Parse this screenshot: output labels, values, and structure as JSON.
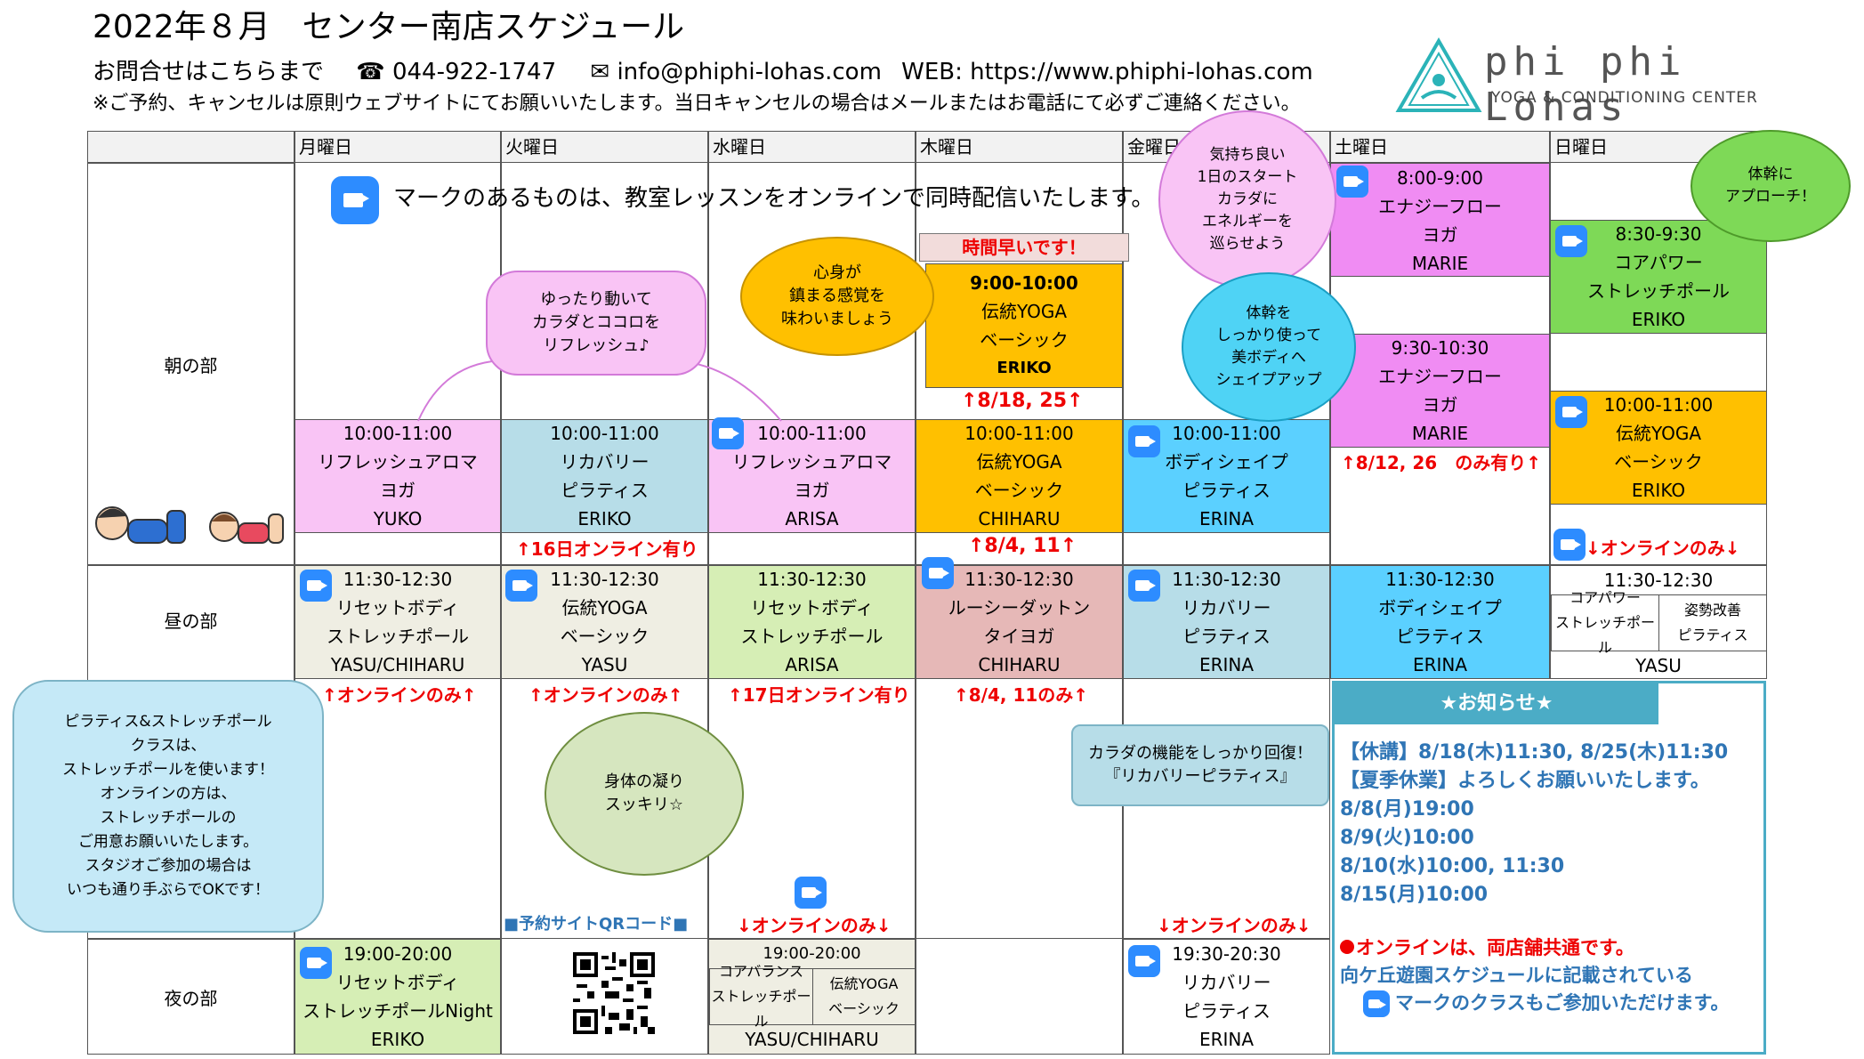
{
  "header": {
    "title": "2022年８月　センター南店スケジュール",
    "contact_label": "お問合せはこちらまで",
    "phone": "044-922-1747",
    "email": "info@phiphi-lohas.com",
    "web": "WEB: https://www.phiphi-lohas.com",
    "notice": "※ご予約、キャンセルは原則ウェブサイトにてお願いいたします。当日キャンセルの場合はメールまたはお電話にて必ずご連絡ください。",
    "phone_icon": "☎",
    "mail_icon": "✉"
  },
  "logo": {
    "name": "phi phi Lohas",
    "tagline": "YOGA & CONDITIONING CENTER"
  },
  "days": [
    "月曜日",
    "火曜日",
    "水曜日",
    "木曜日",
    "金曜日",
    "土曜日",
    "日曜日"
  ],
  "periods": {
    "morning": "朝の部",
    "noon": "昼の部",
    "night": "夜の部"
  },
  "online_banner": "マークのあるものは、教室レッスンをオンラインで同時配信いたします。",
  "classes": {
    "thu_early": {
      "badge": "時間早いです！",
      "time": "9:00-10:00",
      "name1": "伝統YOGA",
      "name2": "ベーシック",
      "teacher": "ERIKO",
      "note": "↑8/18, 25↑"
    },
    "sat_early": {
      "time": "8:00-9:00",
      "name1": "エナジーフロー",
      "name2": "ヨガ",
      "teacher": "MARIE"
    },
    "sat_930": {
      "time": "9:30-10:30",
      "name1": "エナジーフロー",
      "name2": "ヨガ",
      "teacher": "MARIE",
      "note": "↑8/12, 26　のみ有り↑"
    },
    "sun_830": {
      "time": "8:30-9:30",
      "name1": "コアパワー",
      "name2": "ストレッチポール",
      "teacher": "ERIKO"
    },
    "sun_10": {
      "time": "10:00-11:00",
      "name1": "伝統YOGA",
      "name2": "ベーシック",
      "teacher": "ERIKO",
      "note": "↓オンラインのみ↓"
    },
    "mon_10": {
      "time": "10:00-11:00",
      "name1": "リフレッシュアロマ",
      "name2": "ヨガ",
      "teacher": "YUKO"
    },
    "tue_10": {
      "time": "10:00-11:00",
      "name1": "リカバリー",
      "name2": "ピラティス",
      "teacher": "ERIKO",
      "note": "↑16日オンライン有り"
    },
    "wed_10": {
      "time": "10:00-11:00",
      "name1": "リフレッシュアロマ",
      "name2": "ヨガ",
      "teacher": "ARISA"
    },
    "thu_10": {
      "time": "10:00-11:00",
      "name1": "伝統YOGA",
      "name2": "ベーシック",
      "teacher": "CHIHARU",
      "note": "↑8/4, 11↑"
    },
    "fri_10": {
      "time": "10:00-11:00",
      "name1": "ボディシェイプ",
      "name2": "ピラティス",
      "teacher": "ERINA"
    },
    "mon_1130": {
      "time": "11:30-12:30",
      "name1": "リセットボディ",
      "name2": "ストレッチポール",
      "teacher": "YASU/CHIHARU",
      "note": "↑オンラインのみ↑"
    },
    "tue_1130": {
      "time": "11:30-12:30",
      "name1": "伝統YOGA",
      "name2": "ベーシック",
      "teacher": "YASU",
      "note": "↑オンラインのみ↑"
    },
    "wed_1130": {
      "time": "11:30-12:30",
      "name1": "リセットボディ",
      "name2": "ストレッチポール",
      "teacher": "ARISA",
      "note": "↑17日オンライン有り"
    },
    "thu_1130": {
      "time": "11:30-12:30",
      "name1": "ルーシーダットン",
      "name2": "タイヨガ",
      "teacher": "CHIHARU",
      "note": "↑8/4, 11のみ↑"
    },
    "fri_1130": {
      "time": "11:30-12:30",
      "name1": "リカバリー",
      "name2": "ピラティス",
      "teacher": "ERINA"
    },
    "sat_1130": {
      "time": "11:30-12:30",
      "name1": "ボディシェイプ",
      "name2": "ピラティス",
      "teacher": "ERINA"
    },
    "sun_1130": {
      "time": "11:30-12:30",
      "left1": "コアパワー",
      "left2": "ストレッチポール",
      "right1": "姿勢改善",
      "right2": "ピラティス",
      "teacher": "YASU"
    },
    "mon_19": {
      "time": "19:00-20:00",
      "name1": "リセットボディ",
      "name2": "ストレッチポールNight",
      "teacher": "ERIKO"
    },
    "wed_19": {
      "time": "19:00-20:00",
      "left1": "コアバランス",
      "left2": "ストレッチポール",
      "right1": "伝統YOGA",
      "right2": "ベーシック",
      "teacher": "YASU/CHIHARU",
      "note": "↓オンラインのみ↓"
    },
    "fri_1930": {
      "time": "19:30-20:30",
      "name1": "リカバリー",
      "name2": "ピラティス",
      "teacher": "ERINA",
      "note": "↓オンラインのみ↓"
    }
  },
  "qr_label": "■予約サイトQRコード■",
  "bubbles": {
    "refresh": [
      "ゆったり動いて",
      "カラダとココロを",
      "リフレッシュ♪"
    ],
    "calm": [
      "心身が",
      "鎮まる感覚を",
      "味わいましょう"
    ],
    "energy": [
      "気持ち良い",
      "1日のスタート",
      "カラダに",
      "エネルギーを",
      "巡らせよう"
    ],
    "core": [
      "体幹を",
      "しっかり使って",
      "美ボディへ",
      "シェイプアップ"
    ],
    "trunk": [
      "体幹に",
      "アプローチ！"
    ],
    "stiff": [
      "身体の凝り",
      "スッキリ☆"
    ],
    "recovery": [
      "カラダの機能をしっかり回復！",
      "『リカバリーピラティス』"
    ],
    "pilates_info": [
      "ピラティス&ストレッチポール",
      "クラスは、",
      "ストレッチポールを使います！",
      "オンラインの方は、",
      "ストレッチポールの",
      "ご用意お願いいたします。",
      "スタジオご参加の場合は",
      "いつも通り手ぶらでOKです！"
    ]
  },
  "news": {
    "title": "★お知らせ★",
    "lines": [
      "【休講】8/18(木)11:30, 8/25(木)11:30",
      "【夏季休業】よろしくお願いいたします。",
      "8/8(月)19:00",
      "8/9(火)10:00",
      "8/10(水)10:00, 11:30",
      "8/15(月)10:00"
    ],
    "online1": "オンラインは、両店舗共通です。",
    "online2": "向ケ丘遊園スケジュールに記載されている",
    "online3": "マークのクラスもご参加いただけます。"
  },
  "colors": {
    "zoom": "#2d8cff",
    "note_red": "#e00000",
    "news_blue": "#2f75b5"
  }
}
